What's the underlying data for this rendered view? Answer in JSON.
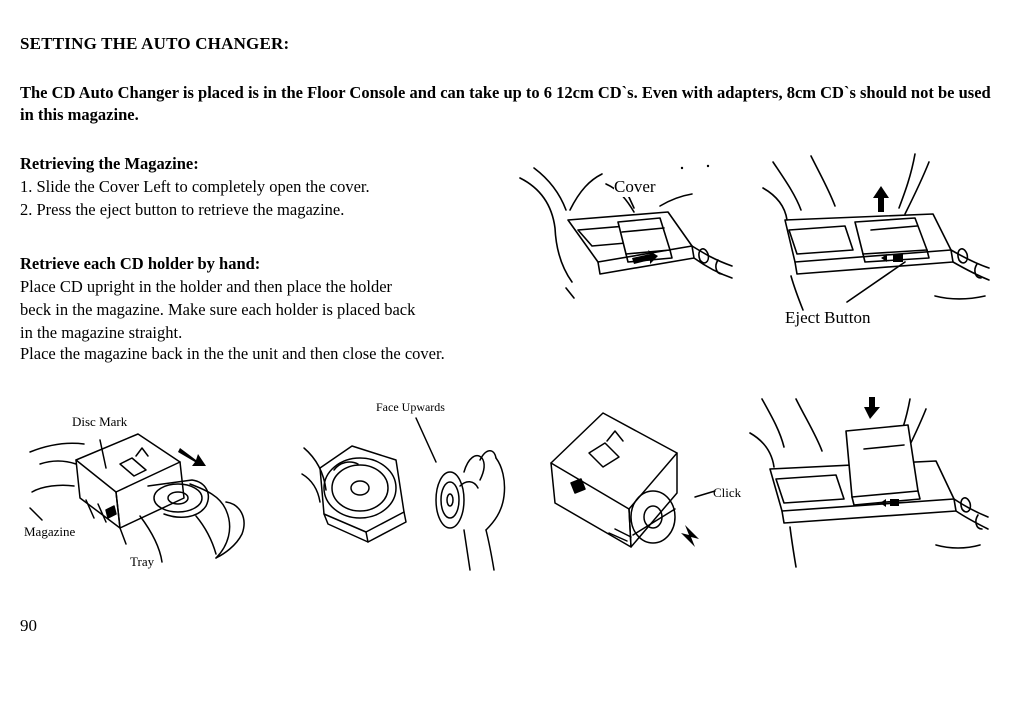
{
  "section_title": "SETTING THE AUTO CHANGER:",
  "intro": "The CD Auto Changer is placed is in the Floor Console and can take up to 6  12cm CD`s. Even with adapters, 8cm CD`s should not be used in this magazine.",
  "retrieve_magazine": {
    "heading": "Retrieving the Magazine:",
    "steps": [
      "1. Slide the Cover Left to completely open the cover.",
      "2. Press the eject button to retrieve the magazine."
    ]
  },
  "retrieve_holder": {
    "heading": "Retrieve each CD holder by hand:",
    "lines": [
      "Place CD upright in the holder and then place the holder",
      "beck in the magazine. Make sure each holder is placed back",
      "in the magazine straight."
    ]
  },
  "closing": "Place the magazine back in the the unit and then close the cover.",
  "figure_labels": {
    "cover": "Cover",
    "eject_button": "Eject Button",
    "disc_mark": "Disc Mark",
    "magazine": "Magazine",
    "tray": "Tray",
    "face_upwards": "Face Upwards",
    "click": "Click"
  },
  "page_number": "90"
}
